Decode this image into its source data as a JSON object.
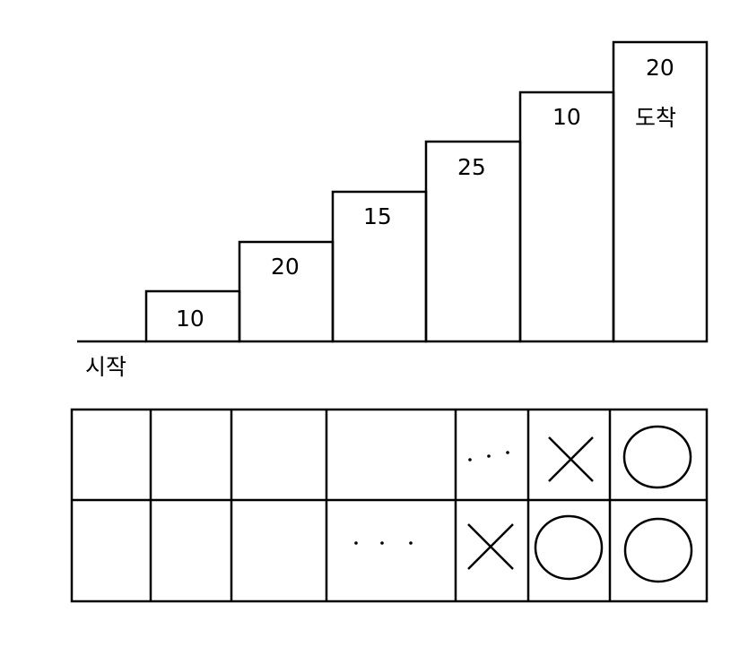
{
  "staircase": {
    "start_label": "시작",
    "end_label": "도착",
    "steps": [
      {
        "height": 10
      },
      {
        "height": 20
      },
      {
        "height": 15
      },
      {
        "height": 25
      },
      {
        "height": 10
      },
      {
        "height": 20
      }
    ]
  },
  "grid": {
    "rows": [
      [
        "",
        "",
        "",
        "",
        "· · ·",
        "X",
        "O"
      ],
      [
        "",
        "",
        "",
        "· · ·",
        "X",
        "O",
        "O"
      ]
    ]
  }
}
